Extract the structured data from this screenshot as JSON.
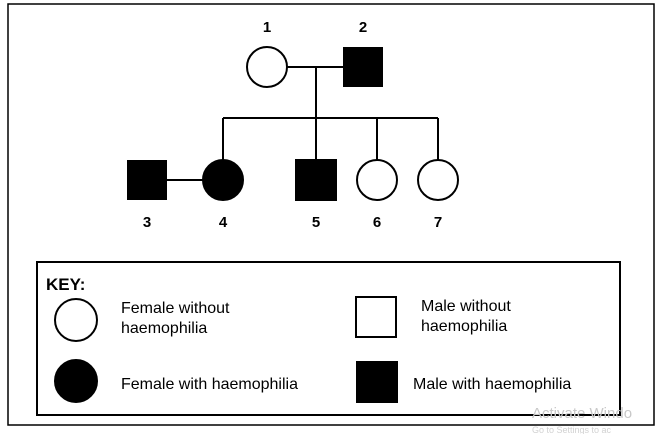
{
  "pedigree": {
    "individuals": [
      {
        "id": 1,
        "label": "1",
        "sex": "female",
        "affected": false
      },
      {
        "id": 2,
        "label": "2",
        "sex": "male",
        "affected": true
      },
      {
        "id": 3,
        "label": "3",
        "sex": "male",
        "affected": true
      },
      {
        "id": 4,
        "label": "4",
        "sex": "female",
        "affected": true
      },
      {
        "id": 5,
        "label": "5",
        "sex": "male",
        "affected": true
      },
      {
        "id": 6,
        "label": "6",
        "sex": "female",
        "affected": false
      },
      {
        "id": 7,
        "label": "7",
        "sex": "female",
        "affected": false
      }
    ],
    "matings": [
      {
        "partners": [
          1,
          2
        ],
        "children": [
          4,
          5,
          6,
          7
        ]
      },
      {
        "partners": [
          3,
          4
        ],
        "children": []
      }
    ]
  },
  "key": {
    "title": "KEY:",
    "female_unaffected_line1": "Female without",
    "female_unaffected_line2": "haemophilia",
    "male_unaffected_line1": "Male without",
    "male_unaffected_line2": "haemophilia",
    "female_affected": "Female with haemophilia",
    "male_affected": "Male with haemophilia"
  },
  "watermark": {
    "line1": "Activate Windo",
    "line2": "Go to Settings to ac"
  },
  "colors": {
    "affected_fill": "#000000",
    "unaffected_fill": "#ffffff",
    "stroke": "#000000",
    "watermark": "#c8c8c8"
  }
}
